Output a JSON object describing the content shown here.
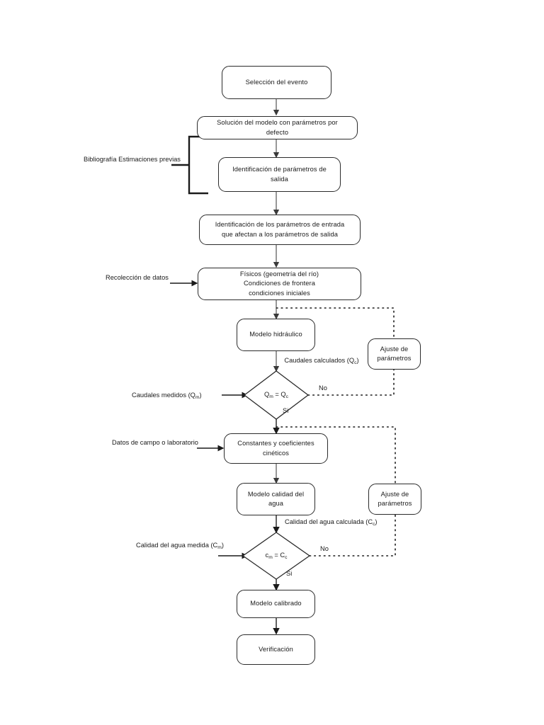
{
  "diagram": {
    "title": "Diagrama de flujo de calibración de modelo de calidad del agua",
    "language": "es",
    "stroke_color": "#2b2b2b",
    "background_color": "#ffffff",
    "nodes": [
      {
        "id": "seleccion-evento",
        "label": "Selección del evento",
        "shape": "rounded-rect"
      },
      {
        "id": "solucion-modelo",
        "label": "Solución del modelo con parámetros por defecto",
        "shape": "rounded-rect"
      },
      {
        "id": "identificacion-salida",
        "label": "Identificación de parámetros de salida",
        "shape": "rounded-rect"
      },
      {
        "id": "identificacion-entrada",
        "label": "Identificación de los parámetros de entrada que afectan a los parámetros de salida",
        "shape": "rounded-rect"
      },
      {
        "id": "fisicos",
        "label": "Físicos (geometría del río) Condiciones de frontera condiciones iniciales",
        "shape": "rounded-rect"
      },
      {
        "id": "modelo-hidraulico",
        "label": "Modelo hidráulico",
        "shape": "rounded-rect"
      },
      {
        "id": "ajuste-parametros-1",
        "label": "Ajuste de parámetros",
        "shape": "rounded-rect"
      },
      {
        "id": "constantes-cineticos",
        "label": "Constantes y coeficientes cinéticos",
        "shape": "rounded-rect"
      },
      {
        "id": "modelo-calidad-agua",
        "label": "Modelo calidad del agua",
        "shape": "rounded-rect"
      },
      {
        "id": "ajuste-parametros-2",
        "label": "Ajuste de parámetros",
        "shape": "rounded-rect"
      },
      {
        "id": "modelo-calibrado",
        "label": "Modelo calibrado",
        "shape": "rounded-rect"
      },
      {
        "id": "verificacion",
        "label": "Verificación",
        "shape": "rounded-rect"
      }
    ],
    "node_text": {
      "seleccion_evento": "Selección del evento",
      "solucion_modelo_l1": "Solución del modelo con parámetros por",
      "solucion_modelo_l2": "defecto",
      "identificacion_salida_l1": "Identificación de parámetros de",
      "identificacion_salida_l2": "salida",
      "identificacion_entrada_l1": "Identificación de los parámetros de entrada",
      "identificacion_entrada_l2": "que afectan a los parámetros de salida",
      "fisicos_l1": "Físicos (geometría del río)",
      "fisicos_l2": "Condiciones de frontera",
      "fisicos_l3": "condiciones iniciales",
      "modelo_hidraulico": "Modelo hidráulico",
      "ajuste_1_l1": "Ajuste de",
      "ajuste_1_l2": "parámetros",
      "constantes_l1": "Constantes y coeficientes",
      "constantes_l2": "cinéticos",
      "modelo_calidad_l1": "Modelo calidad del",
      "modelo_calidad_l2": "agua",
      "ajuste_2_l1": "Ajuste de",
      "ajuste_2_l2": "parámetros",
      "modelo_calibrado": "Modelo calibrado",
      "verificacion": "Verificación"
    },
    "decisions": [
      {
        "id": "decision-caudales",
        "label_plain": "Qm = Qc",
        "label_main": "Q",
        "sub_left": "m",
        "operator": " = ",
        "label_main2": "Q",
        "sub_right": "c",
        "yes": "Si",
        "no": "No"
      },
      {
        "id": "decision-calidad",
        "label_plain": "cm = Cc",
        "label_main": "c",
        "sub_left": "m",
        "operator": " = ",
        "label_main2": "C",
        "sub_right": "c",
        "yes": "Si",
        "no": "No"
      }
    ],
    "decision_text": {
      "caudales_lhs": "Q",
      "caudales_lhs_sub": "m",
      "caudales_op": "=",
      "caudales_rhs": "Q",
      "caudales_rhs_sub": "c",
      "calidad_lhs": "c",
      "calidad_lhs_sub": "m",
      "calidad_op": "=",
      "calidad_rhs": "C",
      "calidad_rhs_sub": "c"
    },
    "side_labels": {
      "bibliografia_l1": "Bibliografía",
      "bibliografia_l2": "Estimaciones previas",
      "recoleccion_l1": "Recolección de",
      "recoleccion_l2": "datos",
      "caudales_medidos": "Caudales medidos (Q",
      "caudales_medidos_sub": "m",
      "caudales_medidos_end": ")",
      "datos_campo_l1": "Datos de campo o",
      "datos_campo_l2": "laboratorio",
      "calidad_medida_l1": "Calidad del agua",
      "calidad_medida_l2": "medida (C",
      "calidad_medida_sub": "m",
      "calidad_medida_end": ")"
    },
    "edge_labels": {
      "caudales_calculados_l1": "Caudales",
      "caudales_calculados_l2": "calculados (Q",
      "caudales_calculados_sub": "c",
      "caudales_calculados_end": ")",
      "calidad_calculada_l1": "Calidad del agua",
      "calidad_calculada_l2": "calculada (C",
      "calidad_calculada_sub": "c",
      "calidad_calculada_end": ")",
      "yes_1": "Si",
      "no_1": "No",
      "yes_2": "Si",
      "no_2": "No"
    }
  }
}
